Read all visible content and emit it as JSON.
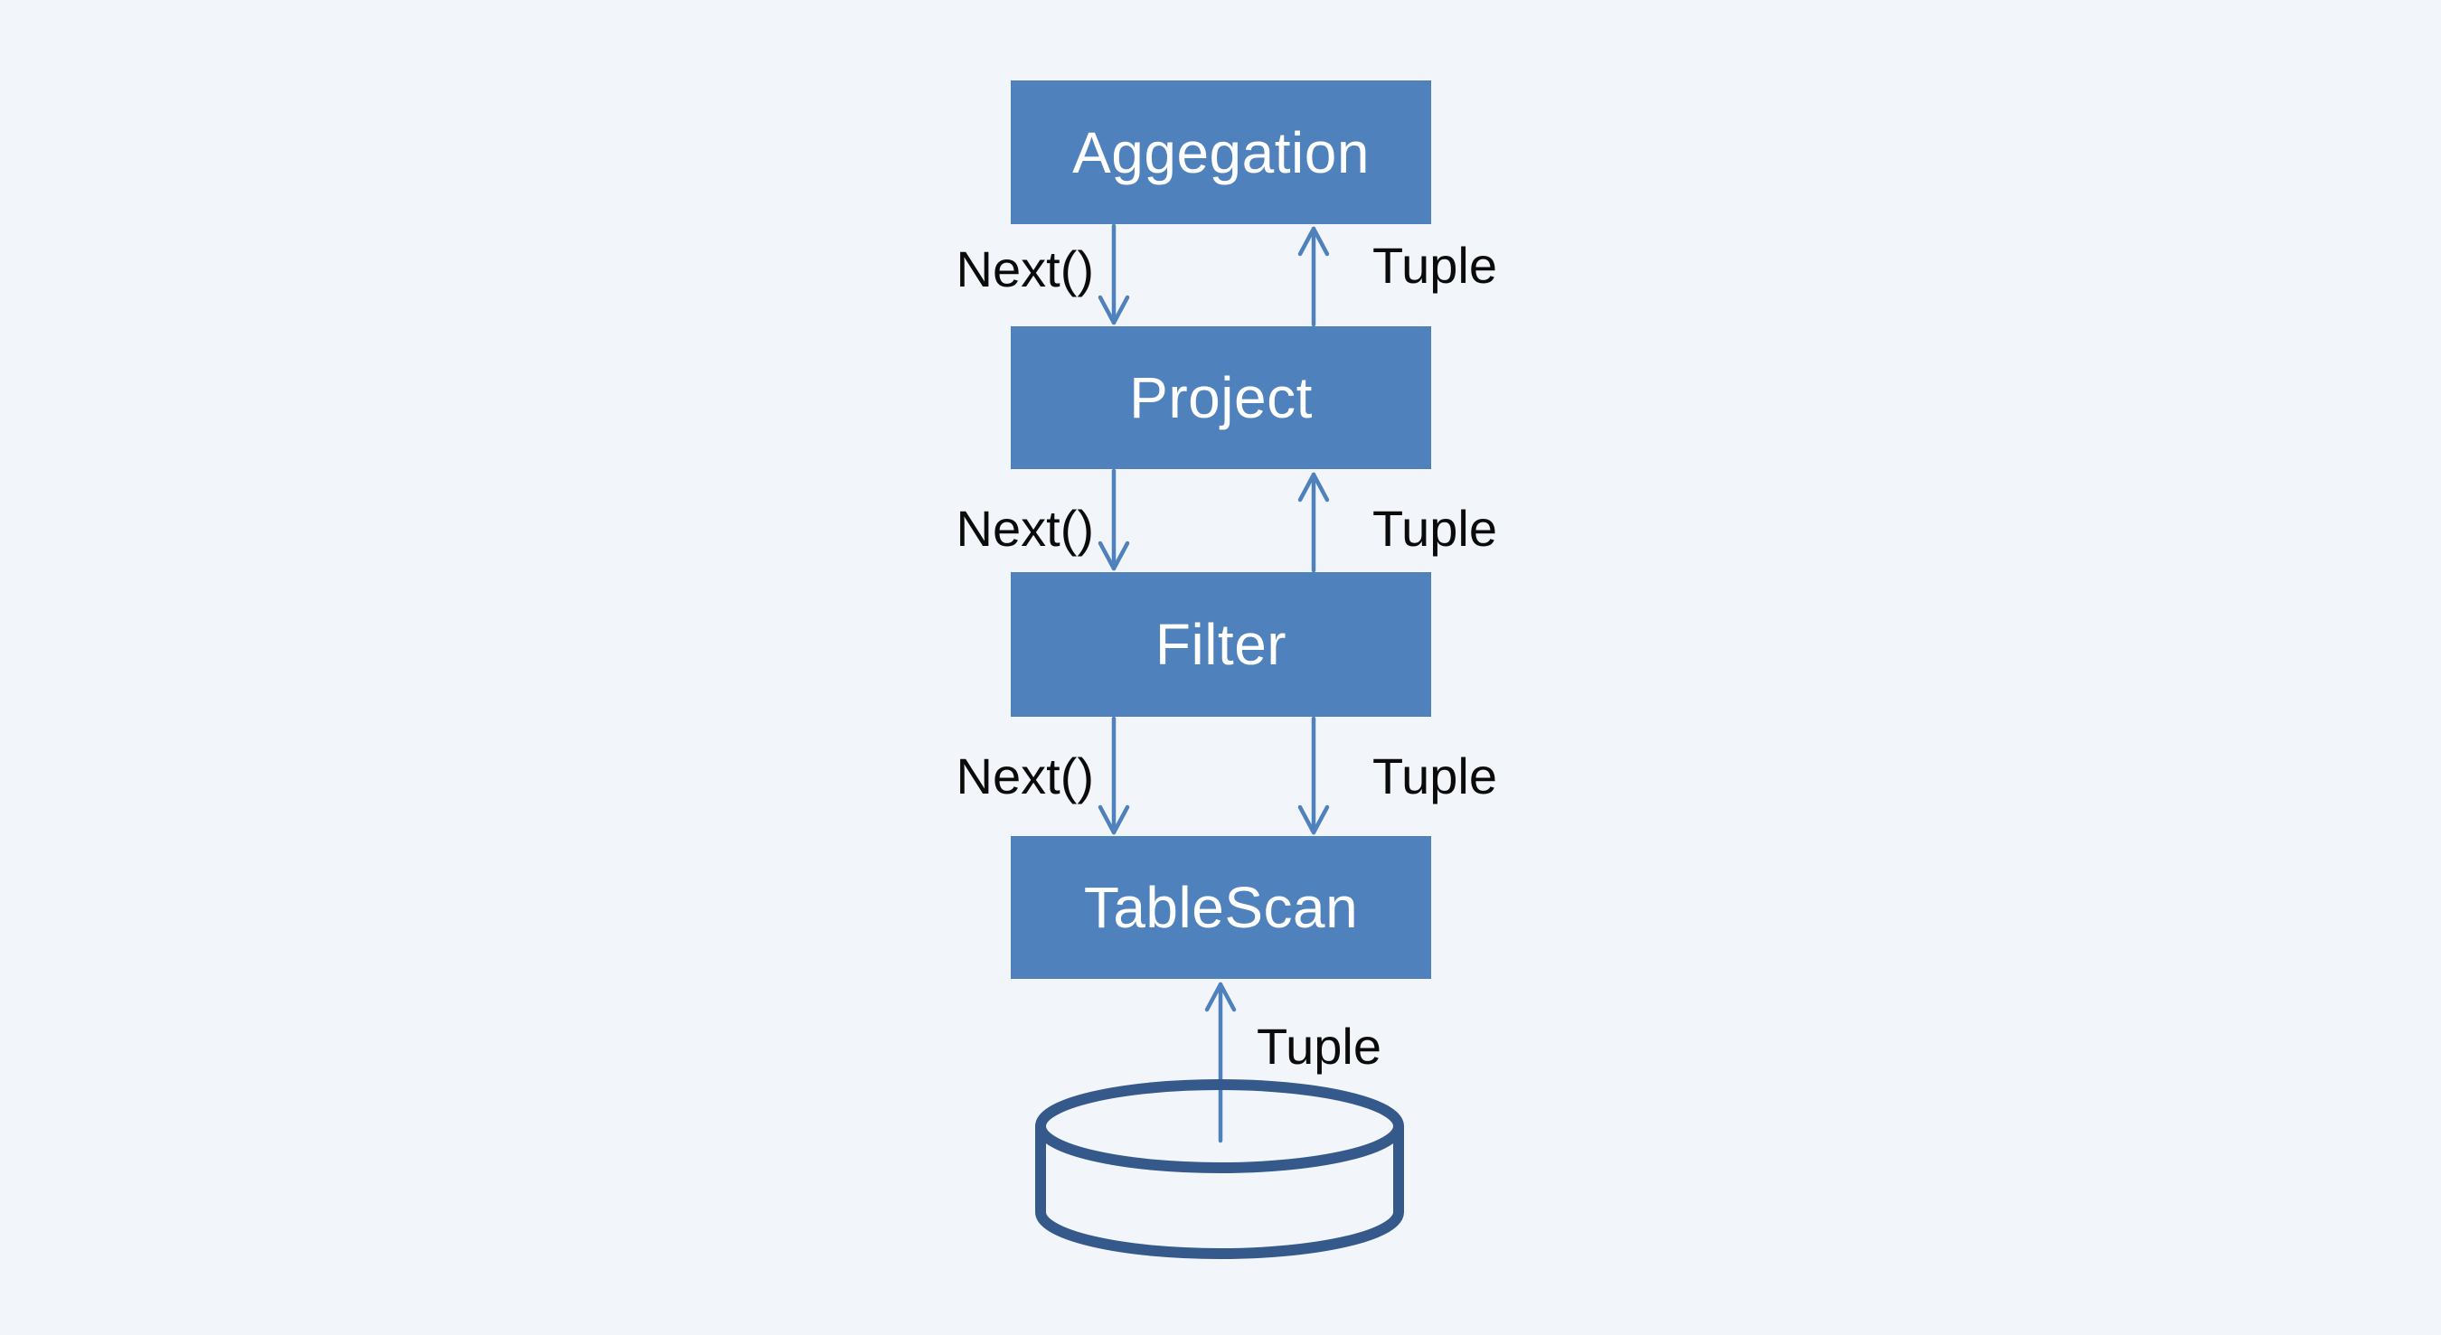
{
  "palette": {
    "background": "#f2f6fb",
    "box_fill": "#4f81bd",
    "box_text": "#ffffff",
    "arrow": "#4f81bd",
    "cylinder_stroke": "#36598c",
    "label_text": "#0b0b0b"
  },
  "diagram": {
    "type": "query-execution-pipeline",
    "operators": [
      {
        "label": "Aggegation"
      },
      {
        "label": "Project"
      },
      {
        "label": "Filter"
      },
      {
        "label": "TableScan"
      }
    ],
    "edges": [
      {
        "between": "Aggegation-Project",
        "call": "Next()",
        "call_dir": "down",
        "return": "Tuple",
        "return_dir": "up"
      },
      {
        "between": "Project-Filter",
        "call": "Next()",
        "call_dir": "down",
        "return": "Tuple",
        "return_dir": "up"
      },
      {
        "between": "Filter-TableScan",
        "call": "Next()",
        "call_dir": "down",
        "return": "Tuple",
        "return_dir": "down"
      },
      {
        "between": "Storage-TableScan",
        "return": "Tuple",
        "return_dir": "up"
      }
    ],
    "storage": {
      "shape": "database-cylinder"
    }
  }
}
